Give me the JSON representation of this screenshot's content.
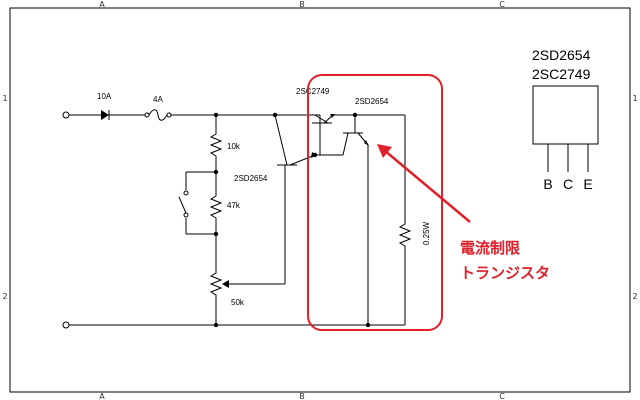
{
  "frame": {
    "columns": [
      "A",
      "B",
      "C"
    ],
    "rows": [
      "1",
      "2"
    ]
  },
  "components": {
    "diode": "10A",
    "fuse": "4A",
    "r_top": "10k",
    "r_mid": "47k",
    "pot": "50k",
    "r_sense": "0.25W",
    "q_driver": "2SD2654",
    "q_pre": "2SC2749",
    "q_power": "2SD2654"
  },
  "package": {
    "part1": "2SD2654",
    "part2": "2SC2749",
    "pins": [
      "B",
      "C",
      "E"
    ]
  },
  "annotation": {
    "line1": "電流制限",
    "line2": "トランジスタ",
    "color": "#e0202a"
  }
}
